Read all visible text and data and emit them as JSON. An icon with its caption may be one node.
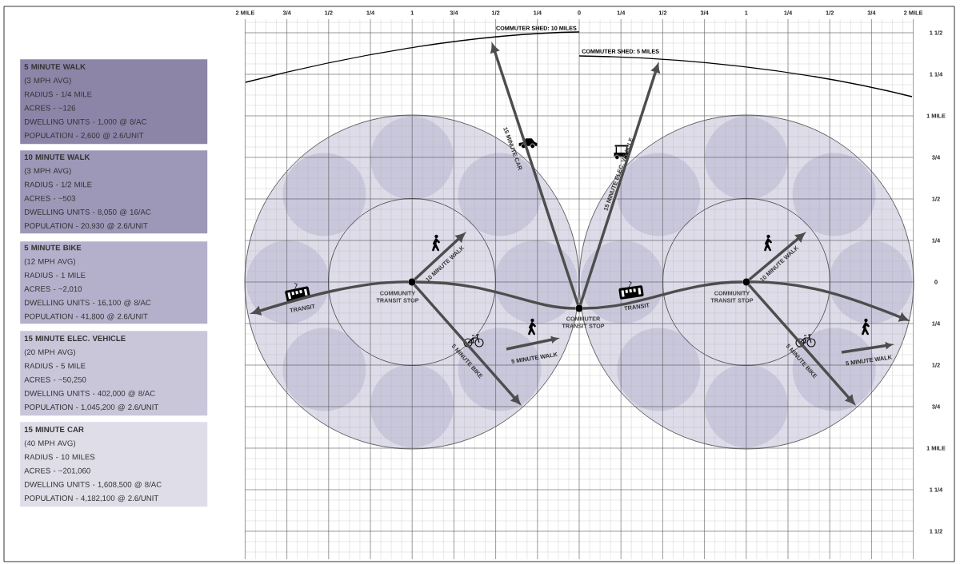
{
  "diagram": {
    "nodes": [
      {
        "text": [
          "5 MINUTE WALK",
          "(3 MPH AVG)",
          "RADIUS - 1/4 MILE",
          "ACRES - ~126",
          "DWELLING UNITS - 1,000 @ 8/AC",
          "POPULATION - 2,600 @ 2.6/UNIT"
        ]
      },
      {
        "text": [
          "10 MINUTE WALK",
          "(3 MPH AVG)",
          "RADIUS - 1/2 MILE",
          "ACRES - ~503",
          "DWELLING UNITS - 8,050 @ 16/AC",
          "POPULATION - 20,930 @ 2.6/UNIT"
        ]
      },
      {
        "text": [
          "5 MINUTE BIKE",
          "(12 MPH AVG)",
          "RADIUS - 1 MILE",
          "ACRES - ~2,010",
          "DWELLING UNITS - 16,100 @ 8/AC",
          "POPULATION - 41,800 @ 2.6/UNIT"
        ]
      },
      {
        "text": [
          "15 MINUTE ELEC. VEHICLE",
          "(20 MPH AVG)",
          "RADIUS - 5 MILE",
          "ACRES - ~50,250",
          "DWELLING UNITS - 402,000 @ 8/AC",
          "POPULATION - 1,045,200 @ 2.6/UNIT"
        ]
      },
      {
        "text": [
          "15 MINUTE CAR",
          "(40 MPH AVG)",
          "RADIUS - 10 MILES",
          "ACRES - ~201,060",
          "DWELLING UNITS - 1,608,500 @ 8/AC",
          "POPULATION - 4,182,100 @ 2.6/UNIT"
        ]
      },
      {
        "text": [],
        "shape": "circle",
        "beside": [
          "COMMUNITY TRANSIT STOP"
        ]
      },
      {
        "text": [],
        "shape": "circle",
        "beside": [
          "COMMUTER TRANSIT STOP"
        ]
      },
      {
        "text": [],
        "shape": "circle",
        "beside": [
          "COMMUNITY TRANSIT STOP"
        ]
      },
      {
        "text": [
          "COMMUTER SHED: 10 MILES"
        ]
      },
      {
        "text": [
          "COMMUTER SHED: 5 MILES"
        ]
      }
    ],
    "edges": [
      {
        "from": 5,
        "to": null,
        "arrow": "to",
        "label": "TRANSIT"
      },
      {
        "from": 5,
        "to": 6,
        "arrow": "none"
      },
      {
        "from": 6,
        "to": 7,
        "arrow": "none",
        "label": "TRANSIT"
      },
      {
        "from": 7,
        "to": null,
        "arrow": "to"
      },
      {
        "from": 5,
        "to": null,
        "arrow": "to",
        "label": "10 MINUTE WALK"
      },
      {
        "from": 5,
        "to": null,
        "arrow": "to",
        "label": "5 MINUTE BIKE"
      },
      {
        "from": 7,
        "to": null,
        "arrow": "to",
        "label": "10 MINUTE WALK"
      },
      {
        "from": 7,
        "to": null,
        "arrow": "to",
        "label": "5 MINUTE BIKE"
      },
      {
        "from": 6,
        "to": 8,
        "arrow": "to",
        "label": "15 MINUTE CAR"
      },
      {
        "from": 6,
        "to": 9,
        "arrow": "to",
        "label": "15 MINUTE ELEC. VEHICLE"
      }
    ],
    "labels": [
      "2 MILE",
      "3/4",
      "1/2",
      "1/4",
      "1",
      "3/4",
      "1/2",
      "1/4",
      "0",
      "1/4",
      "1/2",
      "3/4",
      "1",
      "1/4",
      "1/2",
      "3/4",
      "2 MILE",
      "1 1/2",
      "1 1/4",
      "1 MILE",
      "3/4",
      "1/2",
      "1/4",
      "0",
      "1/4",
      "1/2",
      "3/4",
      "1 MILE",
      "1 1/4",
      "1 1/2",
      "5 MINUTE WALK",
      "5 MINUTE WALK"
    ]
  }
}
